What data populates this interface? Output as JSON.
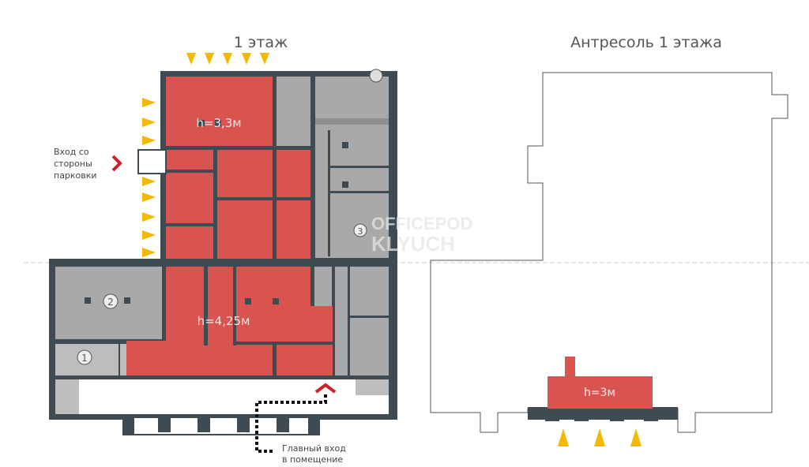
{
  "floor1": {
    "title": "1 этаж",
    "height_upper": "h=3,3м",
    "height_lower": "h=4,25м",
    "room_labels": [
      "1",
      "2",
      "3"
    ],
    "side_entrance_lines": [
      "Вход со",
      "стороны",
      "парковки"
    ],
    "main_entrance_lines": [
      "Главный вход",
      "в помещение"
    ]
  },
  "mezzanine": {
    "title": "Антресоль 1 этажа",
    "height": "h=3м"
  },
  "watermark": "OFFICEPOD KLYUCH",
  "colors": {
    "available": "#d9534f",
    "occupied": "#a9a9a9",
    "wall": "#3e4b53",
    "window_arrow": "#f5b800",
    "entrance_arrow": "#d0202a"
  }
}
